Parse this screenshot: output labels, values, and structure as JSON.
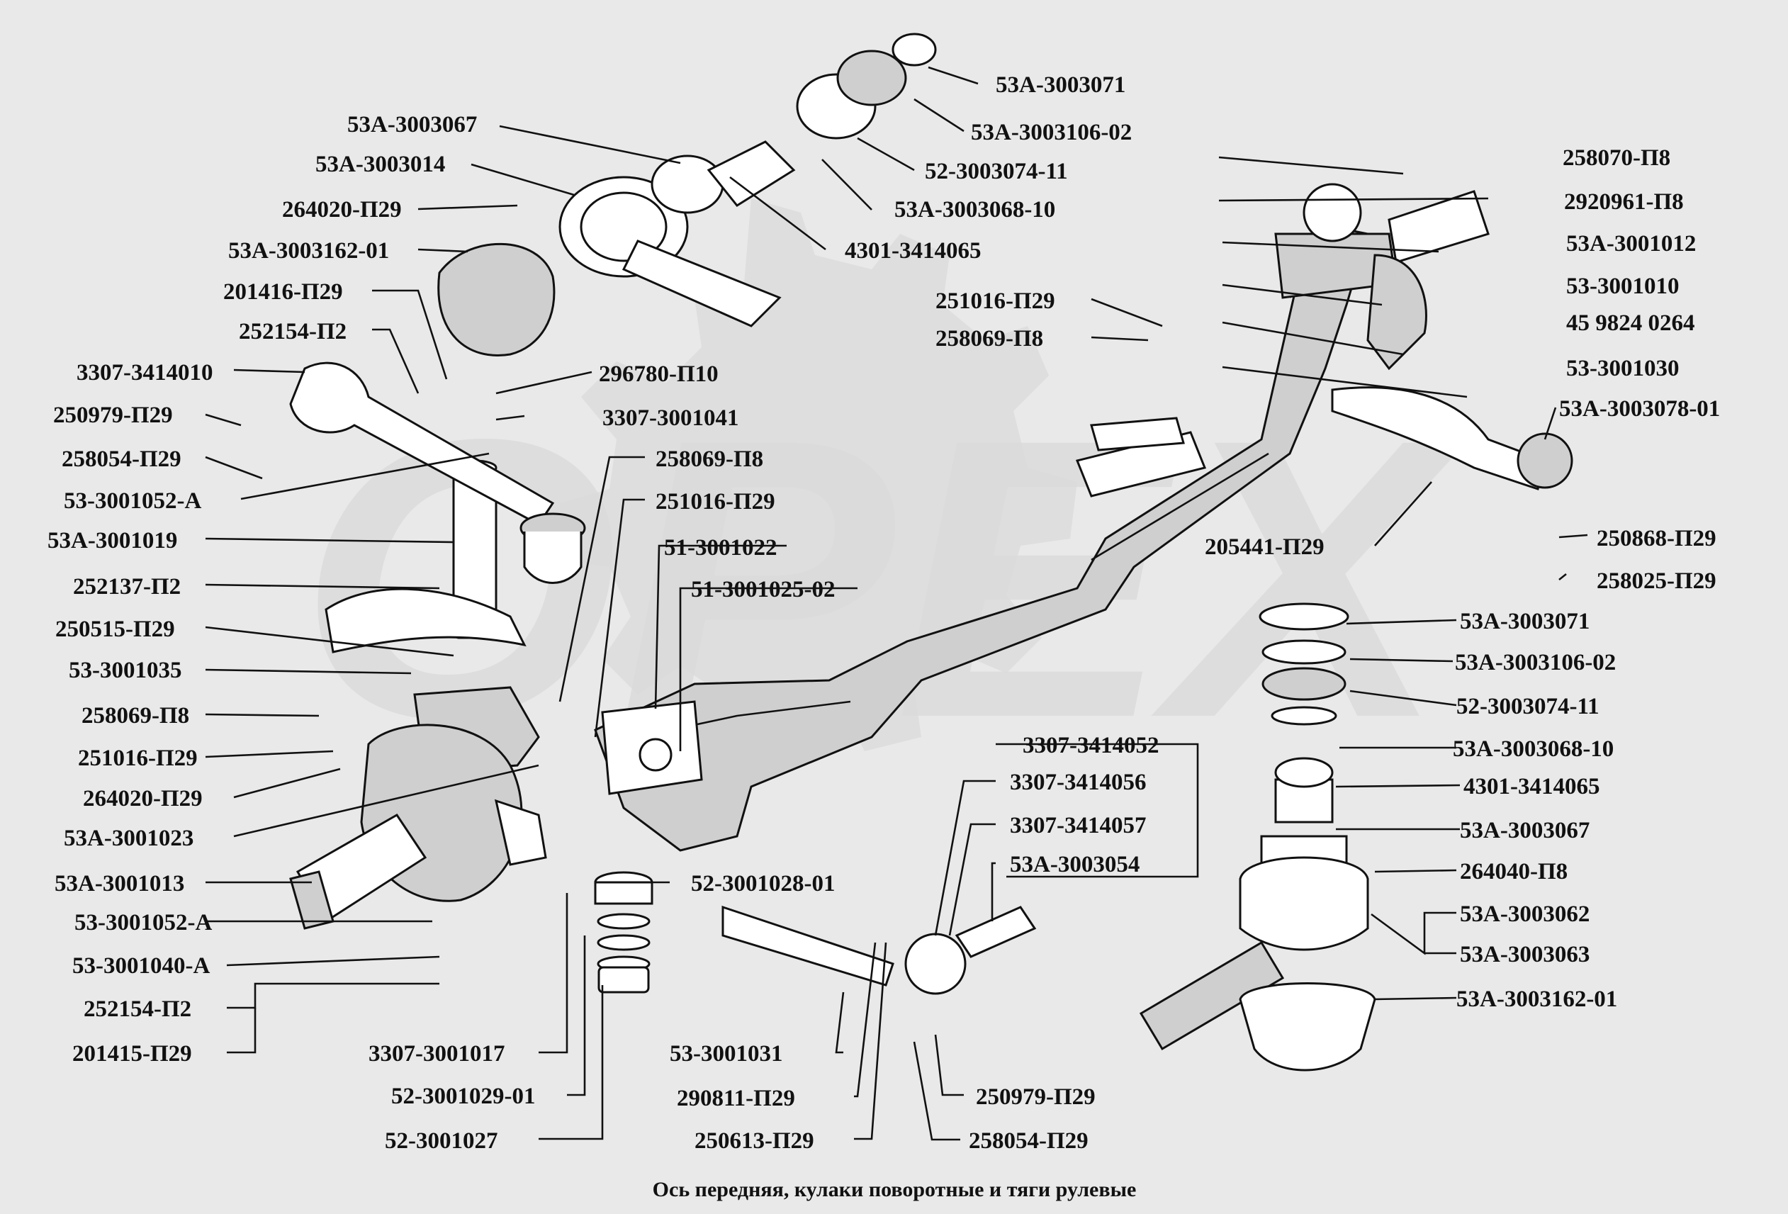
{
  "caption": "Ось передняя, кулаки поворотные и тяги рулевые",
  "watermark": "OPEX",
  "colors": {
    "background": "#e9e9e9",
    "ink": "#111111",
    "watermark": "#d6d6d6"
  },
  "labels": [
    "53А-3003071",
    "53А-3003067",
    "53А-3003106-02",
    "53А-3003014",
    "52-3003074-11",
    "264020-П29",
    "53А-3003068-10",
    "53А-3003162-01",
    "4301-3414065",
    "201416-П29",
    "252154-П2",
    "3307-3414010",
    "296780-П10",
    "250979-П29",
    "3307-3001041",
    "258054-П29",
    "53-3001052-А",
    "53А-3001019",
    "252137-П2",
    "250515-П29",
    "53-3001035",
    "258069-П8",
    "251016-П29",
    "264020-П29",
    "53А-3001023",
    "53А-3001013",
    "53-3001052-А",
    "53-3001040-А",
    "252154-П2",
    "201415-П29",
    "258069-П8",
    "251016-П29",
    "51-3001022",
    "51-3001025-02",
    "52-3001028-01",
    "3307-3001017",
    "52-3001029-01",
    "52-3001027",
    "3307-3414052",
    "3307-3414056",
    "3307-3414057",
    "53А-3003054",
    "53-3001031",
    "290811-П29",
    "250613-П29",
    "250979-П29",
    "258054-П29",
    "258070-П8",
    "2920961-П8",
    "53А-3001012",
    "251016-П29",
    "53-3001010",
    "258069-П8",
    "45 9824 0264",
    "53-3001030",
    "53А-3003078-01",
    "205441-П29",
    "250868-П29",
    "258025-П29",
    "53А-3003071",
    "53А-3003106-02",
    "52-3003074-11",
    "53А-3003068-10",
    "4301-3414065",
    "53А-3003067",
    "264040-П8",
    "53А-3003062",
    "53А-3003063",
    "53А-3003162-01"
  ]
}
